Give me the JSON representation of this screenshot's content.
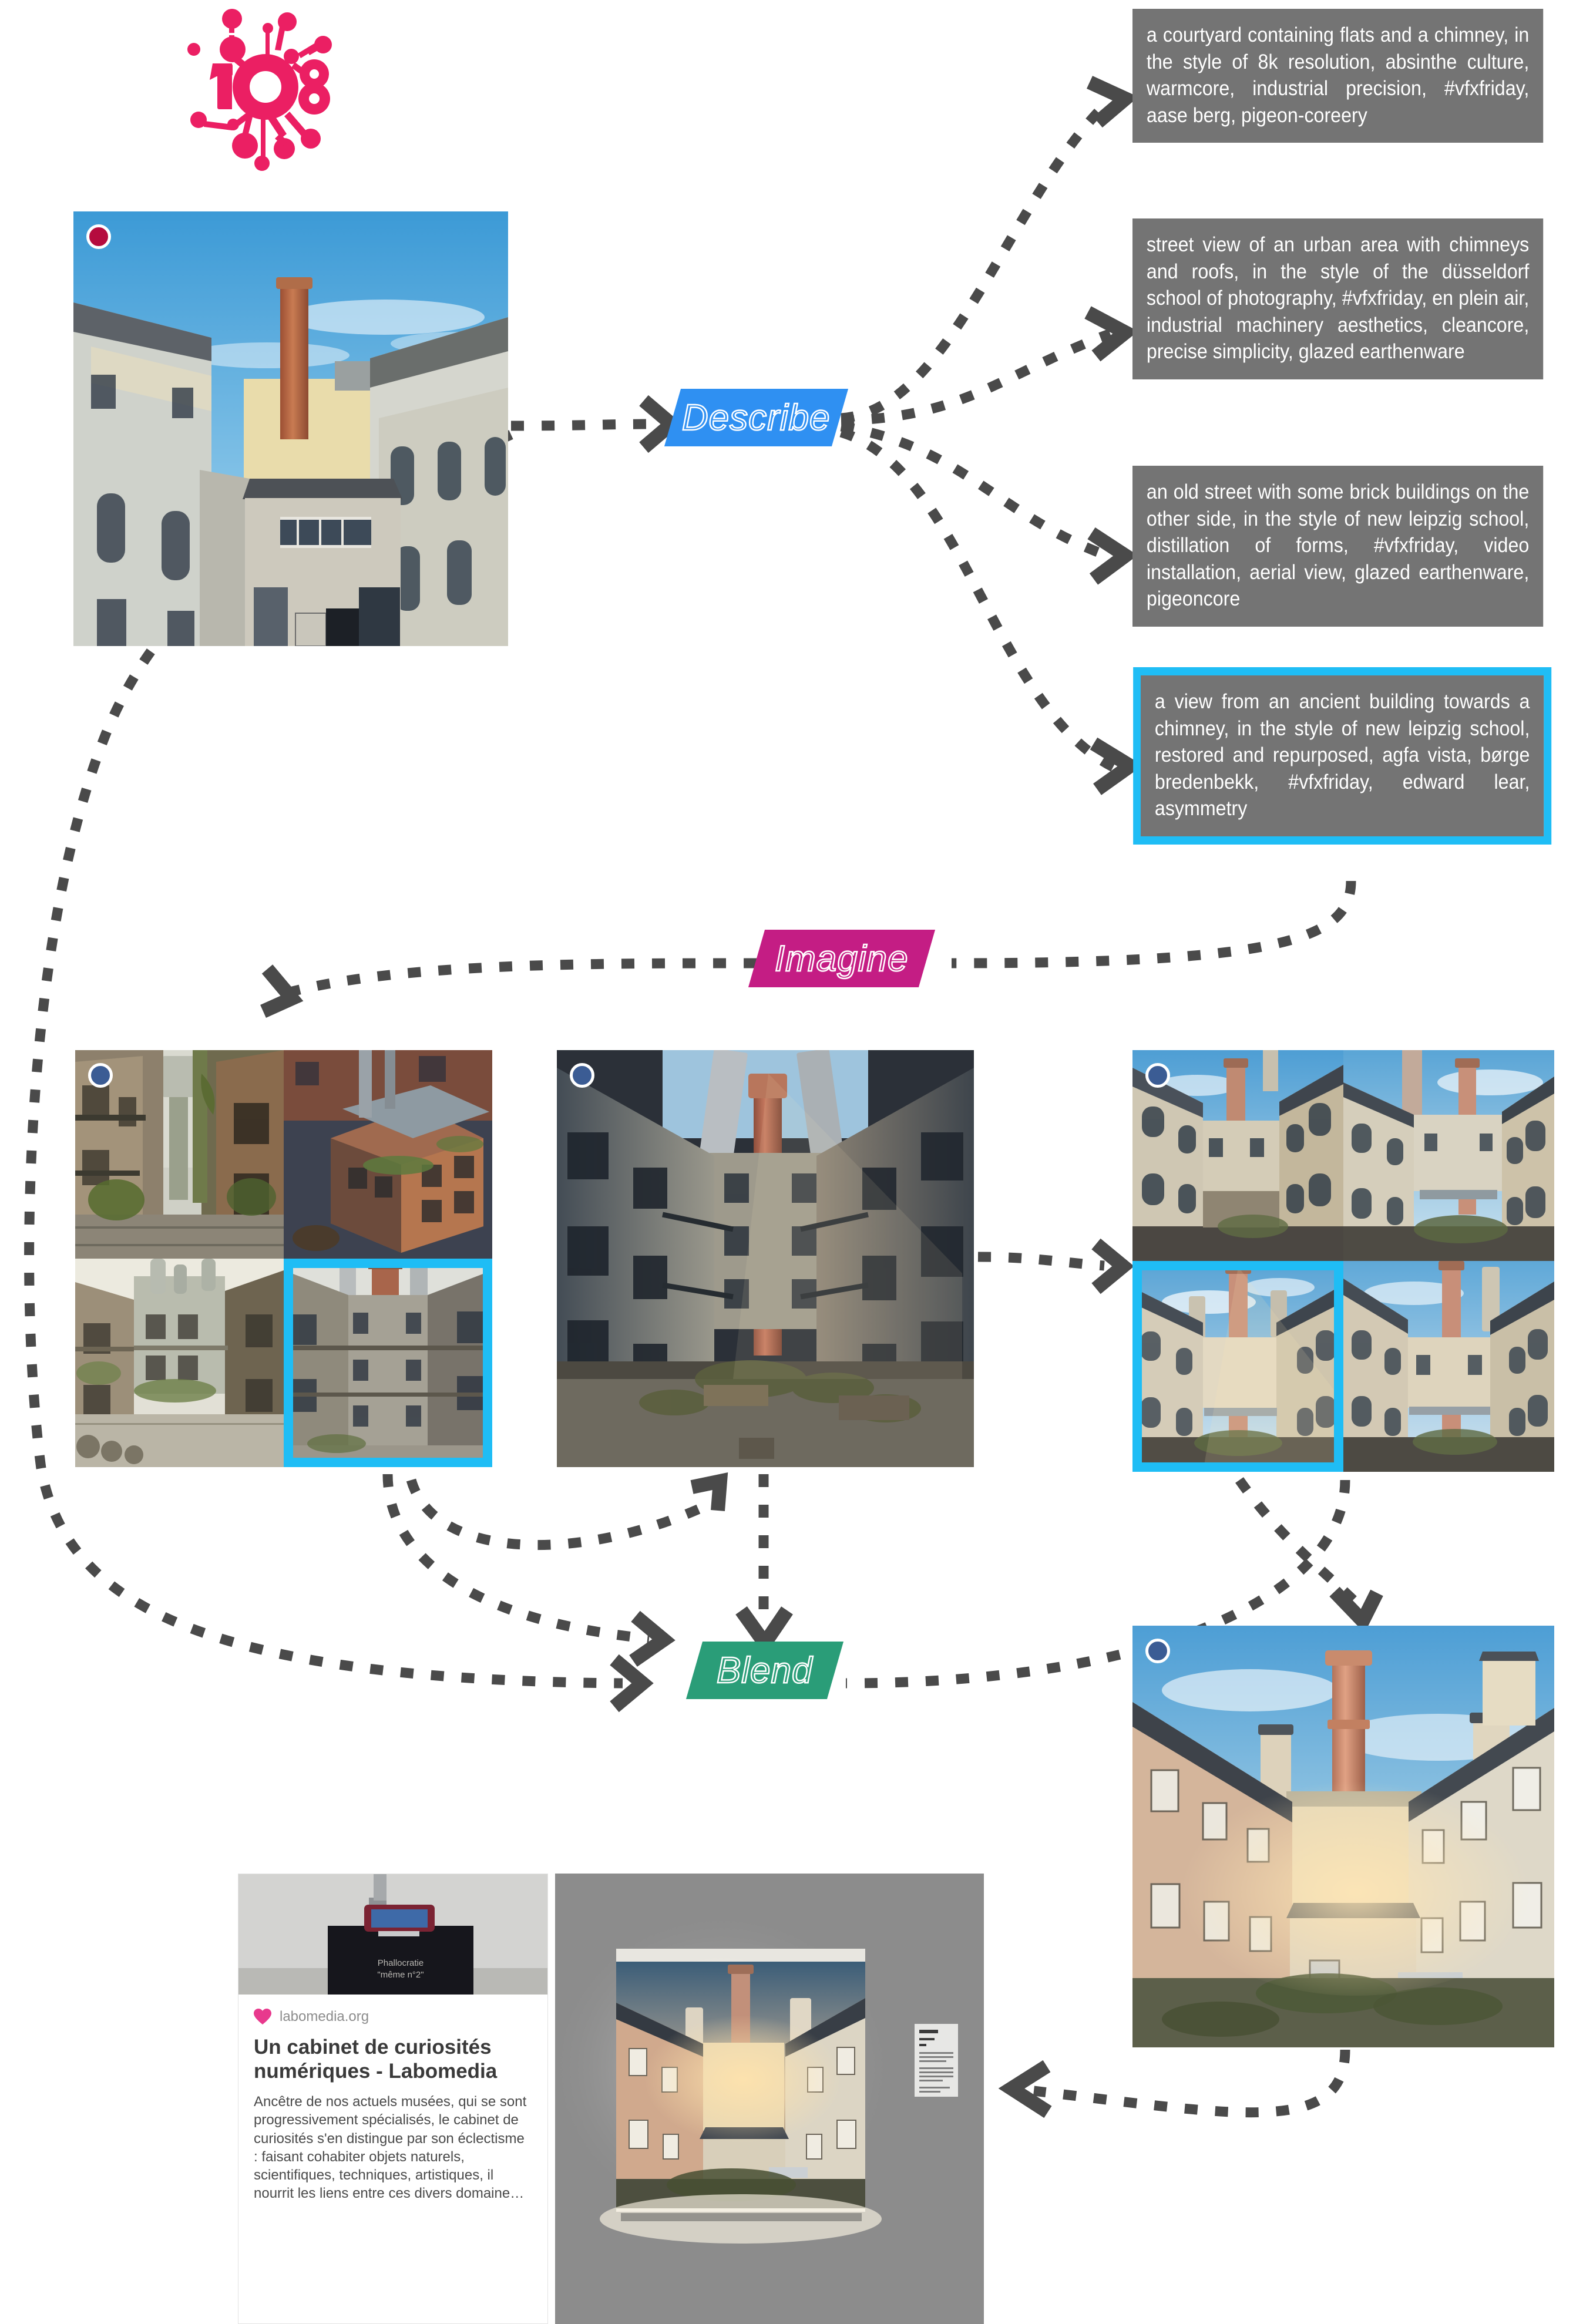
{
  "logo": {
    "text": "108",
    "color": "#eb1f63",
    "name": "108-logo"
  },
  "process": {
    "describe": {
      "label": "Describe",
      "color": "#2f90f2"
    },
    "imagine": {
      "label": "Imagine",
      "color": "#c41d84"
    },
    "blend": {
      "label": "Blend",
      "color": "#2a9d78"
    }
  },
  "selection_color": "#1fbdf5",
  "prompts": [
    {
      "id": "prompt-1",
      "text": "a courtyard containing flats and a chimney, in the style of 8k resolution, absinthe culture, warmcore, industrial precision, #vfxfriday, aase berg, pigeon-coreery",
      "selected": false
    },
    {
      "id": "prompt-2",
      "text": "street view of an urban area with chimneys and roofs, in the style of the düsseldorf school of photography, #vfxfriday, en plein air, industrial machinery aesthetics, cleancore, precise simplicity, glazed earthenware",
      "selected": false
    },
    {
      "id": "prompt-3",
      "text": "an old street with some brick buildings on the other side, in the style of new leipzig school, distillation of forms, #vfxfriday, video installation, aerial view, glazed earthenware, pigeoncore",
      "selected": false
    },
    {
      "id": "prompt-4",
      "text": "a view from an ancient building towards a chimney, in the style of new leipzig school, restored and repurposed, agfa vista, børge bredenbekk, #vfxfriday, edward lear, asymmetry",
      "selected": true
    }
  ],
  "images": {
    "source_photo": {
      "name": "source-photograph",
      "marker": "red",
      "caption": "industrial courtyard with brick chimney under blue sky"
    },
    "grid_a": {
      "name": "imagine-grid-a",
      "marker": "blue",
      "selected_quadrant": "bottom-right",
      "caption": "four generated overgrown industrial courtyards"
    },
    "upscaled": {
      "name": "upscaled-variation",
      "marker": "blue",
      "caption": "dark weathered courtyard with tall red chimney"
    },
    "grid_b": {
      "name": "imagine-grid-b",
      "marker": "blue",
      "selected_quadrant": "bottom-left",
      "caption": "four bright brick courtyards with chimney and blue sky"
    },
    "final": {
      "name": "blended-final-image",
      "marker": "blue",
      "caption": "final blended sunlit brick courtyard with chimney"
    },
    "gallery": {
      "name": "gallery-installation-photo",
      "caption": "backlit print mounted on gallery wall with wall label"
    }
  },
  "card": {
    "name": "labomedia-article-card",
    "image_label": "Phallocratie \"même n°2\"",
    "domain": "labomedia.org",
    "title": "Un cabinet de curiosités numériques - Labomedia",
    "description": "Ancêtre de nos actuels musées, qui se sont progressivement spécialisés, le cabinet de curiosités s'en distingue par son éclectisme : faisant cohabiter objets naturels, scientifiques, techniques, artistiques, il nourrit les liens entre ces divers domaine…"
  }
}
